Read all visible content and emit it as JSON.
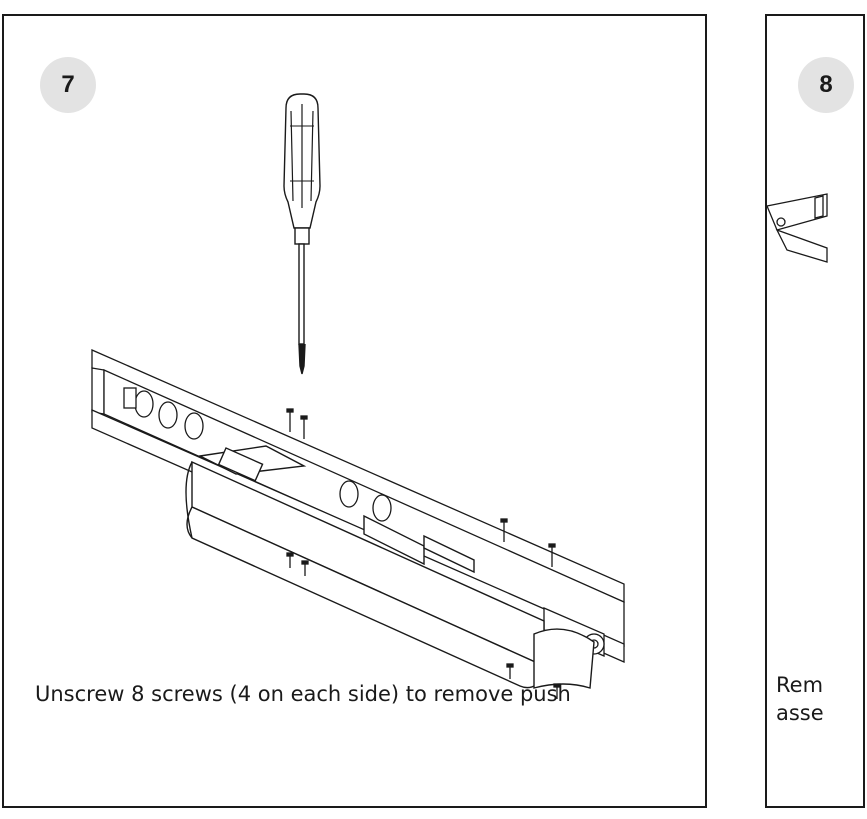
{
  "step7": {
    "number": "7",
    "caption": "Unscrew 8 screws (4 on each side) to remove push"
  },
  "step8": {
    "number": "8",
    "caption_line1": "Rem",
    "caption_line2": "asse"
  },
  "icons": {
    "screwdriver": "screwdriver-icon",
    "screw": "screw-icon"
  }
}
